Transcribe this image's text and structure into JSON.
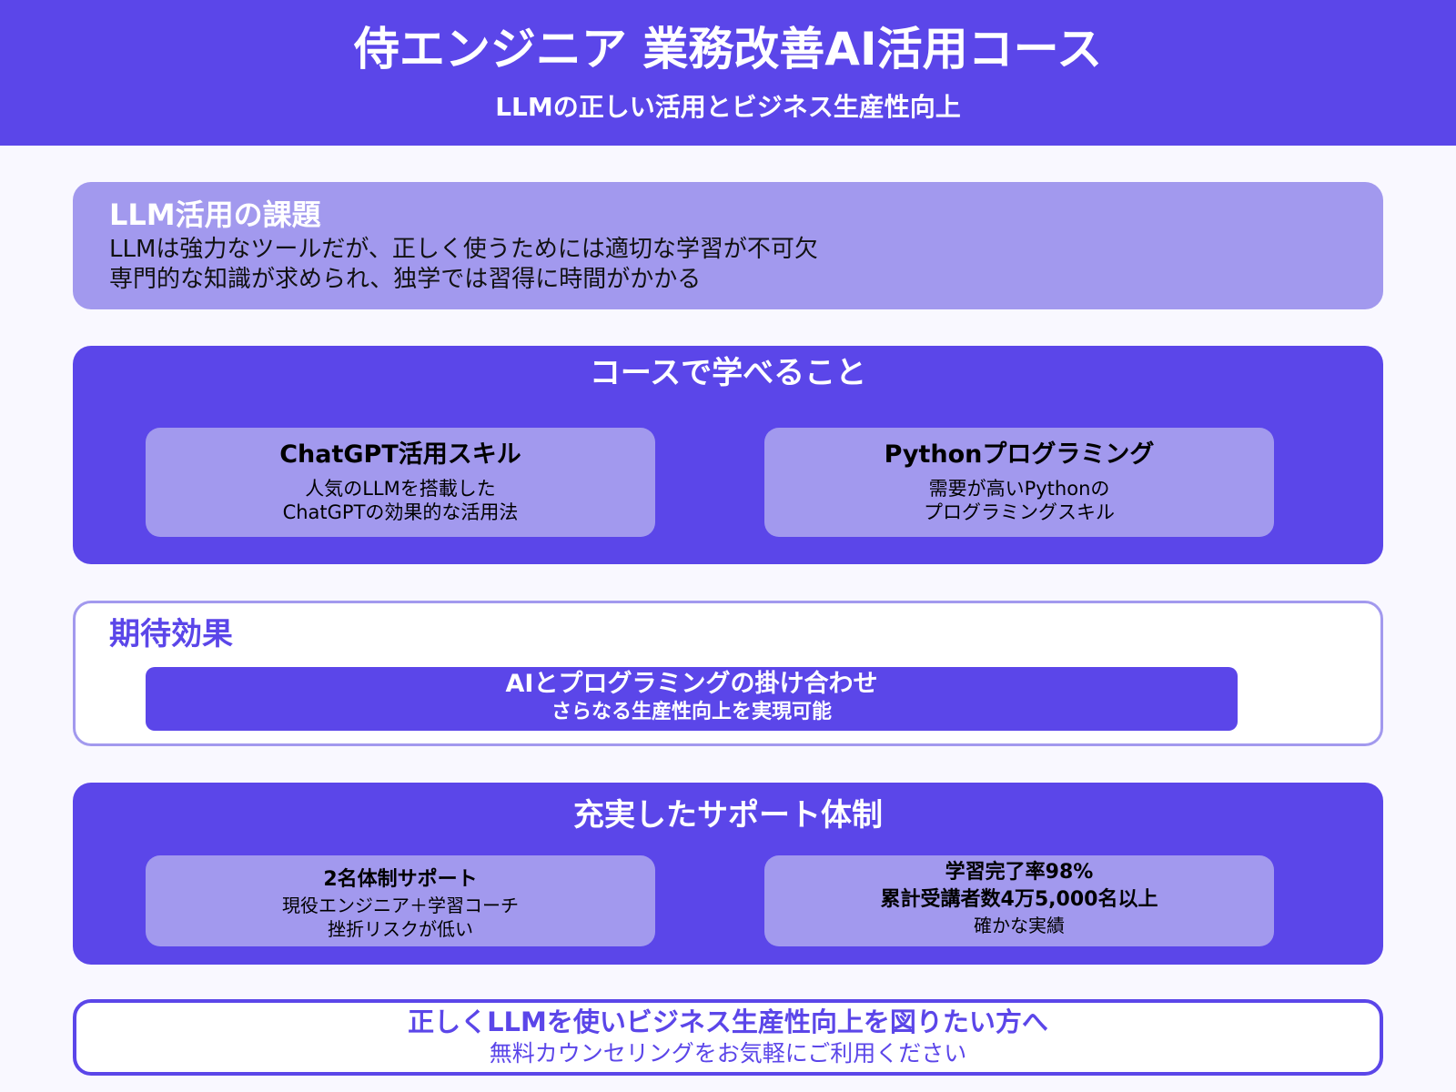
{
  "header": {
    "title": "侍エンジニア 業務改善AI活用コース",
    "subtitle": "LLMの正しい活用とビジネス生産性向上"
  },
  "problem": {
    "title": "LLM活用の課題",
    "lines": [
      "LLMは強力なツールだが、正しく使うためには適切な学習が不可欠",
      "専門的な知識が求められ、独学では習得に時間がかかる"
    ]
  },
  "learn": {
    "title": "コースで学べること",
    "cards": [
      {
        "title": "ChatGPT活用スキル",
        "lines": [
          "人気のLLMを搭載した",
          "ChatGPTの効果的な活用法"
        ]
      },
      {
        "title": "Pythonプログラミング",
        "lines": [
          "需要が高いPythonの",
          "プログラミングスキル"
        ]
      }
    ]
  },
  "effect": {
    "title": "期待効果",
    "line1": "AIとプログラミングの掛け合わせ",
    "line2": "さらなる生産性向上を実現可能"
  },
  "support": {
    "title": "充実したサポート体制",
    "cards": [
      {
        "bold_lines": [
          "2名体制サポート"
        ],
        "lines": [
          "現役エンジニア＋学習コーチ",
          "挫折リスクが低い"
        ]
      },
      {
        "bold_lines": [
          "学習完了率98%",
          "累計受講者数4万5,000名以上"
        ],
        "lines": [
          "確かな実績"
        ]
      }
    ]
  },
  "cta": {
    "line1": "正しくLLMを使いビジネス生産性向上を図りたい方へ",
    "line2": "無料カウンセリングをお気軽にご利用ください"
  },
  "colors": {
    "primary": "#5b46e9",
    "light": "#a299ee",
    "background": "#f9f8ff"
  }
}
